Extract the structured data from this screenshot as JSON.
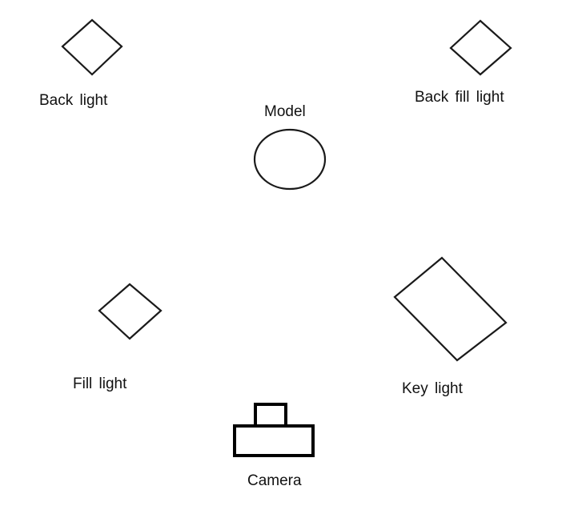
{
  "labels": {
    "back_light": "Back light",
    "back_fill_light": "Back fill light",
    "model": "Model",
    "fill_light": "Fill light",
    "key_light": "Key light",
    "camera": "Camera"
  },
  "colors": {
    "stroke": "#1a1a1a",
    "camera_stroke": "#000000",
    "background": "#ffffff"
  }
}
